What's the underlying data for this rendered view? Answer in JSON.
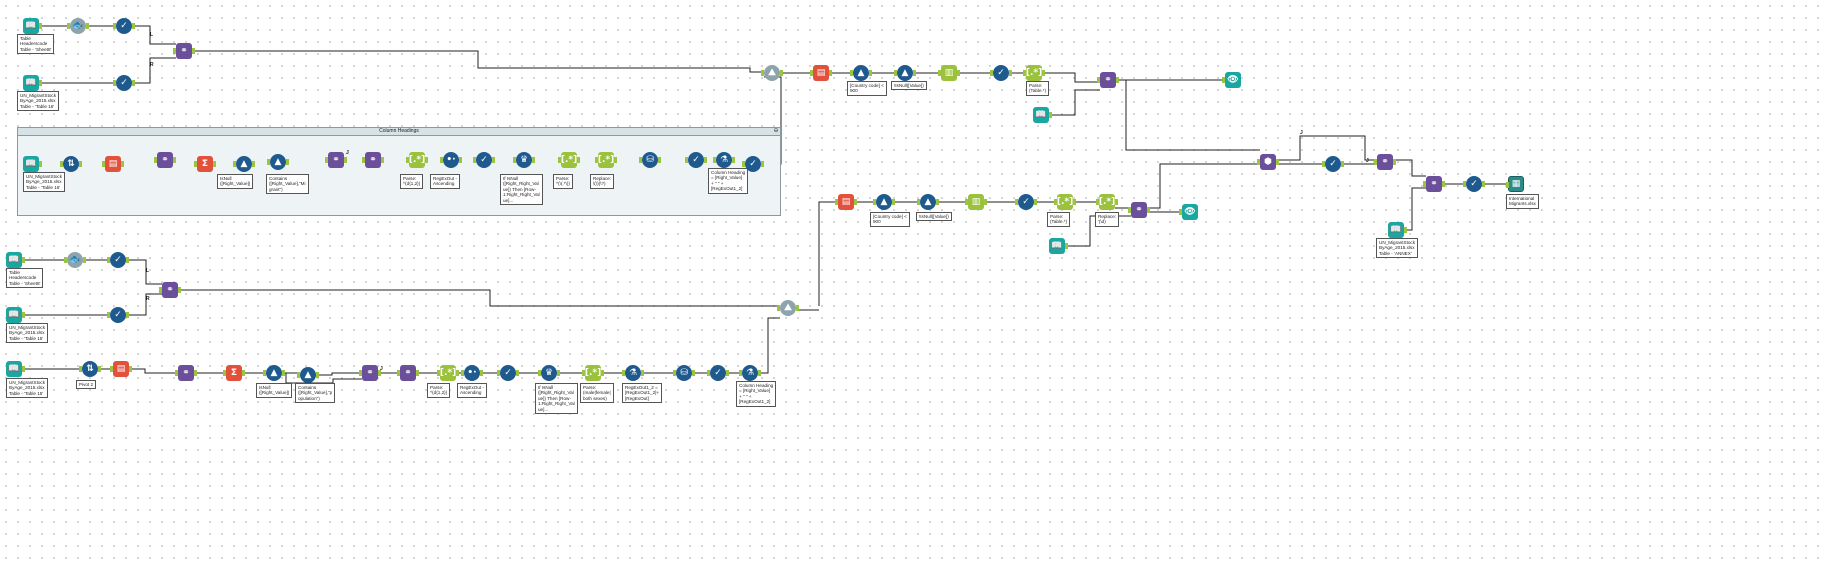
{
  "container": {
    "title": "Column Headings",
    "collapse_glyph": "⊖"
  },
  "labels": {
    "l1": "Table\nHeaderscode\nTable - 'Sheet8'",
    "l2": "UN_MigrantStock\nByAge_2015.xlsx\nTable - 'Table 16'",
    "l3": "UN_MigrantStock\nByAge_2015.xlsx\nTable - 'Table 16'",
    "l4": "IsNull\n([Right_Value])",
    "l5": "Contains\n([Right_Value],\"Mi\ngrant\")",
    "l6": "Parse:\n^(d{1,2})",
    "l7": "RegExOut -\nAscending",
    "l8": "If IsNull\n([Right_Right_Val\nue]) Then [Row-\n1:Right_Right_Val\nue]...",
    "l9": "Parse:\n^(\\(.*\\))",
    "l10": "Replace:\n\\(\\)(\\?)",
    "l11": "Column Heading\n= [Right_Value]\n+ \" \" +\n[RegExOut1_2]",
    "l12": "[Country code] <\n900",
    "l13": "!IsNull([Value])",
    "l14": "Parse:\n(Table.*)",
    "l15": "Table\nHeaderscode\nTable - 'Sheet8'",
    "l16": "UN_MigrantStock\nByAge_2015.xlsx\nTable - 'Table 15'",
    "l17": "UN_MigrantStock\nByAge_2015.xlsx\nTable - 'Table 15'",
    "l18": "Pivot 2",
    "l19": "IsNull\n([Right_Value])",
    "l20": "Contains\n([Right_Value],\"p\nopulation\")",
    "l21": "Parse:\n^(d{1,2})",
    "l22": "RegExOut -\nAscending",
    "l23": "If IsNull\n([Right_Right_Val\nue]) Then [Row-\n1:Right_Right_Val\nue]...",
    "l24": "Parse:\n(male|female|\nboth sexes)",
    "l25": "RegExOut1_2 =\n[RegExOut1_2]+\n[RegExOut]",
    "l26": "Column Heading\n= [Right_Value]\n+ \" \" +\n[RegExOut1_2]",
    "l27": "[Country code] <\n900",
    "l28": "!IsNull([Value])",
    "l29": "Parse:\n(Table.*)",
    "l30": "Replace:\n'(\\d)",
    "l31": "UN_MigrantStock\nByAge_2015.xlsx\nTable - 'ANNEX'",
    "l32": "International\nMigrants.xlsx"
  },
  "connectors": {
    "left": "L",
    "right": "R",
    "join": "J",
    "append": "#2"
  },
  "icons": {
    "input": "📖",
    "browse": "👁",
    "output": "▦",
    "sample": "🐟",
    "select": "✓",
    "union": "⬢",
    "join": "⚭",
    "xtab": "▤",
    "transpose": "⇅",
    "summarize": "Σ",
    "filter": "▲",
    "regex": "[.*]",
    "sort": "•·",
    "multirow": "♛",
    "dynren": "⛁",
    "formula": "⚗",
    "textcol": "▥",
    "append": "⛰",
    "rowid": "#"
  }
}
